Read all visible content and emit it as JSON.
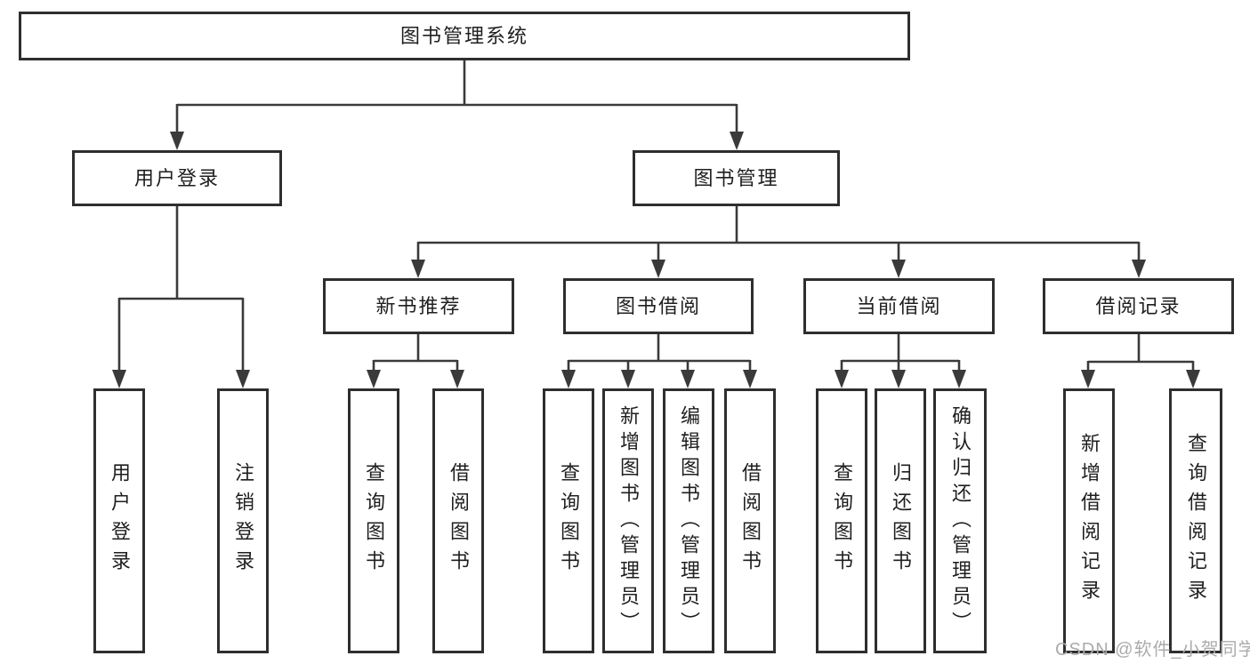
{
  "diagram": {
    "nodes": {
      "root": "图书管理系统",
      "user_login_branch": "用户登录",
      "book_management": "图书管理",
      "user_login": "用户登录",
      "logout": "注销登录",
      "new_book_recommend": "新书推荐",
      "book_borrow": "图书借阅",
      "current_borrow": "当前借阅",
      "borrow_records": "借阅记录",
      "nbr_query_books": "查询图书",
      "nbr_borrow_books": "借阅图书",
      "bb_query_books": "查询图书",
      "bb_add_books": "新增图书（管理员）",
      "bb_edit_books": "编辑图书（管理员）",
      "bb_borrow_books": "借阅图书",
      "cb_query_books": "查询图书",
      "cb_return_books": "归还图书",
      "cb_confirm_return": "确认归还（管理员）",
      "br_add_record": "新增借阅记录",
      "br_query_record": "查询借阅记录"
    },
    "watermark": "CSDN @软件_小贺同学",
    "colors": {
      "line": "#3a3a3a",
      "box_border": "#2e2e2e",
      "box_background": "#ffffff",
      "text": "#1f1f1f",
      "watermark": "#ababab",
      "background": "#ffffff"
    }
  }
}
